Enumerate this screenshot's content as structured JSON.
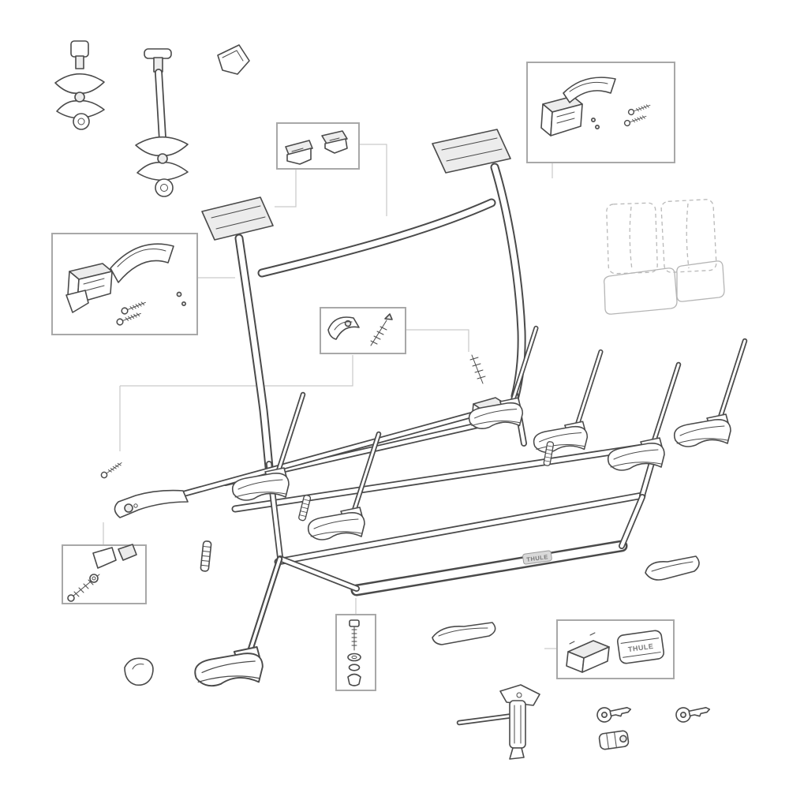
{
  "brand": {
    "logo": "THULE"
  },
  "diagram": {
    "kind": "exploded-parts-diagram",
    "product": "rear-mounted bike carrier spare parts overview",
    "colors": {
      "line": "#4a4a4a",
      "shade": "#ececec",
      "light_line": "#c9c9c9",
      "box_border": "#a8a8a8",
      "background": "#ffffff"
    },
    "parts": [
      "clamp-short",
      "clamp-long-post",
      "end-cap",
      "bracket-pair-kit",
      "upper-mount-kit",
      "side-mount-kit",
      "latch-and-expander-kit",
      "protective-film-set",
      "main-frame",
      "upper-support-arm",
      "wheel-tray-rails",
      "bumper-bar",
      "wheel-holder",
      "ladder-strap",
      "fastener-kit-small",
      "bolt-washer-cap-kit",
      "cover-strip",
      "channel-cover",
      "logo-end-cap-kit",
      "tensioner-tool",
      "key",
      "lock-cylinder",
      "cam-part"
    ],
    "callout_boxes": [
      {
        "id": "A",
        "contents": "bracket-pair-kit"
      },
      {
        "id": "B",
        "contents": "upper-mount-kit"
      },
      {
        "id": "C",
        "contents": "side-mount-kit"
      },
      {
        "id": "D",
        "contents": "latch-and-expander-kit"
      },
      {
        "id": "E",
        "contents": "fastener-kit-small"
      },
      {
        "id": "F",
        "contents": "bolt-washer-cap-kit"
      },
      {
        "id": "G",
        "contents": "logo-end-cap-kit"
      }
    ]
  }
}
